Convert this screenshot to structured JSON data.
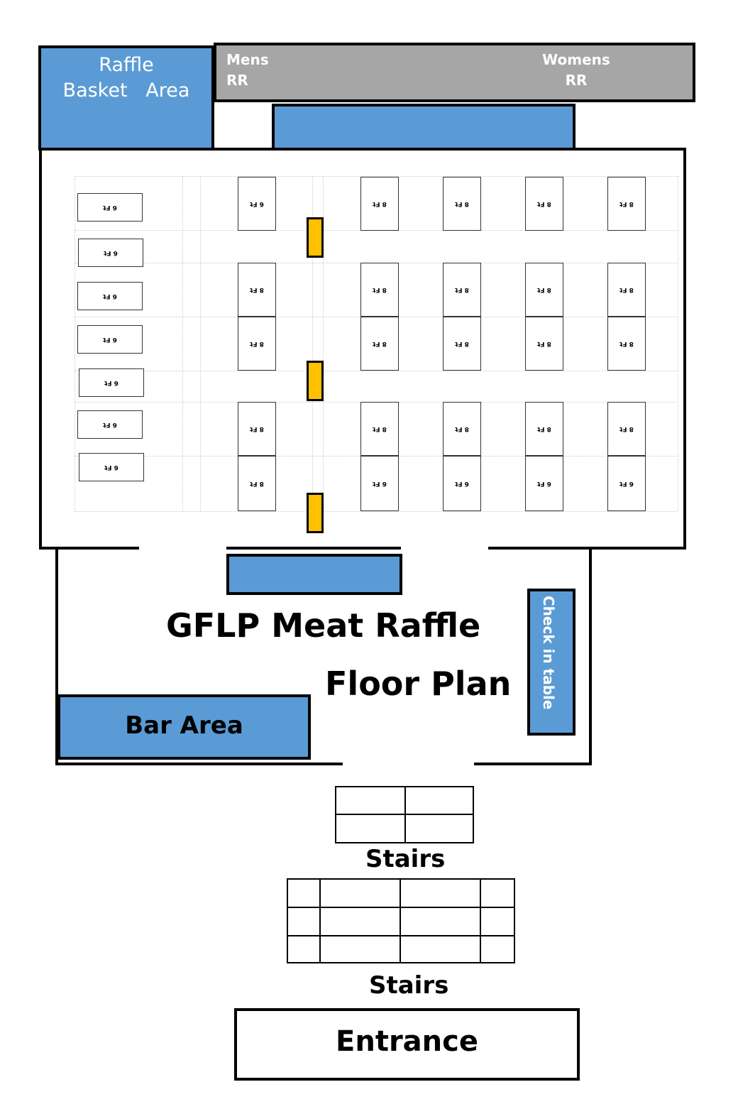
{
  "rooms": {
    "raffle_basket": "Raffle\nBasket   Area",
    "mens_rr": "Mens\nRR",
    "womens_rr": "Womens\nRR",
    "bar_area": "Bar Area",
    "check_in": "Check in table",
    "entrance": "Entrance",
    "stairs_upper": "Stairs",
    "stairs_lower": "Stairs"
  },
  "title": {
    "line1": "GFLP Meat Raffle",
    "line2": "Floor Plan"
  },
  "colors": {
    "room_blue": "#5b9bd5",
    "restroom_gray": "#a6a6a6",
    "post_yellow": "#ffc000"
  },
  "left_tables": [
    "6 Ft",
    "6 Ft",
    "6 Ft",
    "6 Ft",
    "6 Ft",
    "6 Ft",
    "6 Ft"
  ],
  "grid_tables": [
    [
      "6 Ft",
      "8 Ft",
      "8 Ft",
      "8 Ft",
      "8 Ft"
    ],
    [
      "8 Ft",
      "8 Ft",
      "8 Ft",
      "8 Ft",
      "8 Ft"
    ],
    [
      "8 Ft",
      "8 Ft",
      "8 Ft",
      "8 Ft",
      "8 Ft"
    ],
    [
      "8 Ft",
      "8 Ft",
      "8 Ft",
      "8 Ft",
      "8 Ft"
    ],
    [
      "8 Ft",
      "6 Ft",
      "6 Ft",
      "6 Ft",
      "6 Ft"
    ]
  ]
}
